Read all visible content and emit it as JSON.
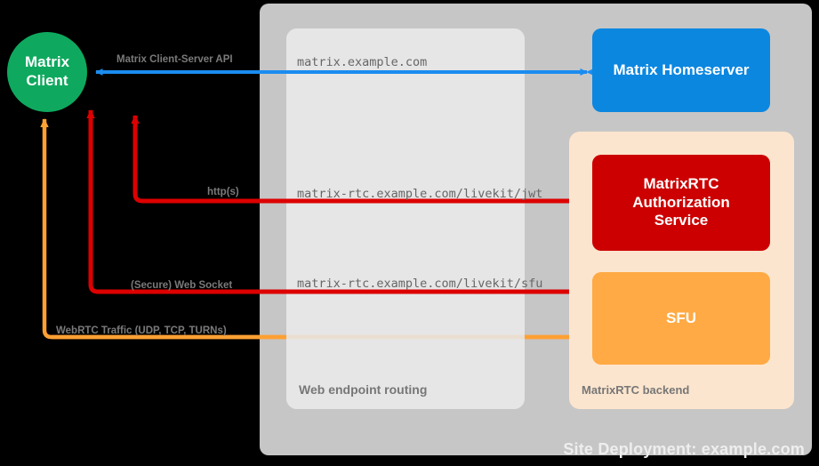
{
  "diagram": {
    "title": "Site Deployment: example.com",
    "client": {
      "name": "Matrix\nClient",
      "line1": "Matrix",
      "line2": "Client",
      "color": "#0ea95e"
    },
    "panels": [
      {
        "id": "web-endpoint-routing",
        "label": "Web endpoint routing",
        "color": "#e6e6e6"
      },
      {
        "id": "matrixrtc-backend",
        "label": "MatrixRTC backend",
        "color": "#fce5ce"
      }
    ],
    "nodes": [
      {
        "id": "matrix-homeserver",
        "label": "Matrix Homeserver",
        "color": "#0b87e0"
      },
      {
        "id": "matrixrtc-authorization-service",
        "line1": "MatrixRTC",
        "line2": "Authorization",
        "line3": "Service",
        "label": "MatrixRTC Authorization Service",
        "color": "#cc0000"
      },
      {
        "id": "sfu",
        "label": "SFU",
        "color": "#ffaa44"
      }
    ],
    "endpoints": [
      {
        "id": "matrix-endpoint",
        "url": "matrix.example.com"
      },
      {
        "id": "jwt-endpoint",
        "url": "matrix-rtc.example.com/livekit/jwt"
      },
      {
        "id": "sfu-endpoint",
        "url": "matrix-rtc.example.com/livekit/sfu"
      }
    ],
    "links": [
      {
        "id": "client-server-api",
        "label": "Matrix Client-Server API",
        "color": "#1a8cf0",
        "direction": "bidirectional",
        "target": "matrix-homeserver"
      },
      {
        "id": "https-link",
        "label": "http(s)",
        "color": "#dd0000",
        "direction": "bidirectional",
        "target": "matrixrtc-authorization-service"
      },
      {
        "id": "websocket-link",
        "label": "(Secure) Web Socket",
        "color": "#dd0000",
        "direction": "bidirectional",
        "target": "sfu"
      },
      {
        "id": "webrtc-link",
        "label": "WebRTC Traffic (UDP, TCP, TURNs)",
        "color": "#ffa033",
        "direction": "bidirectional",
        "target": "sfu"
      }
    ]
  }
}
